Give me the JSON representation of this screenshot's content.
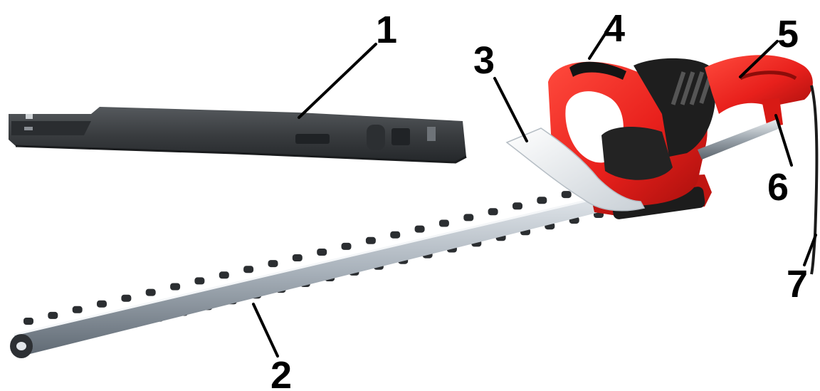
{
  "figure": {
    "callouts": [
      {
        "id": 1,
        "label": "1"
      },
      {
        "id": 2,
        "label": "2"
      },
      {
        "id": 3,
        "label": "3"
      },
      {
        "id": 4,
        "label": "4"
      },
      {
        "id": 5,
        "label": "5"
      },
      {
        "id": 6,
        "label": "6"
      },
      {
        "id": 7,
        "label": "7"
      }
    ],
    "colors": {
      "housing": "#e8201c",
      "housing_dark": "#b5120f",
      "motor_cover": "#1e1e1e",
      "guard": "#eef1f3",
      "blade": "#8f99a3",
      "sheath": "#3a3d40",
      "background": "#ffffff"
    }
  }
}
